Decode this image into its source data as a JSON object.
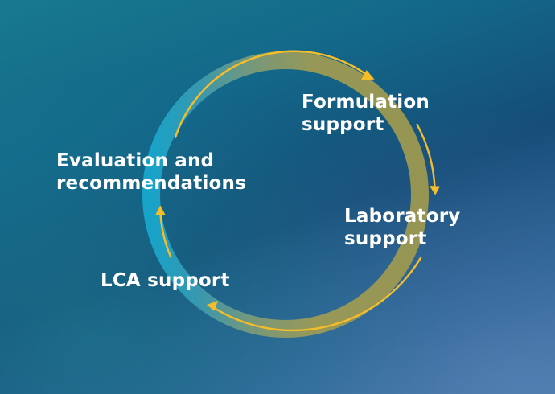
{
  "diagram": {
    "steps": [
      {
        "id": "formulation",
        "lines": [
          "Formulation",
          "support"
        ]
      },
      {
        "id": "laboratory",
        "lines": [
          "Laboratory",
          "support"
        ]
      },
      {
        "id": "lca",
        "lines": [
          "LCA support"
        ]
      },
      {
        "id": "evaluation",
        "lines": [
          "Evaluation and",
          "recommendations"
        ]
      }
    ]
  },
  "colors": {
    "ring_gold": "#9c9a52",
    "ring_teal": "#1a9ec2",
    "arrow": "#f6bd2a",
    "text": "#ffffff"
  }
}
